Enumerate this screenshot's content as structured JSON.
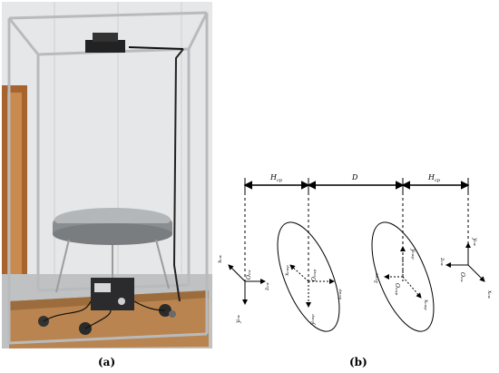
{
  "panels": {
    "a": {
      "caption": "(a)"
    },
    "b": {
      "caption": "(b)"
    }
  },
  "diagram": {
    "dimensions": [
      "H_cp",
      "D",
      "H_cp"
    ],
    "frames": {
      "left_camera": {
        "origin": "O_cw",
        "axes": [
          "x_cw",
          "y_cw",
          "z_cw"
        ]
      },
      "left_plane": {
        "origin": "O_cwp",
        "axes": [
          "x_cwp",
          "y_cwp",
          "z_cwp"
        ]
      },
      "right_plane": {
        "origin": "O_cwp",
        "axes": [
          "x_cwp",
          "y_cwp",
          "z_cwp"
        ]
      },
      "right_camera": {
        "origin": "O_cw",
        "axes": [
          "x_cw",
          "y_cw",
          "z_cw"
        ]
      }
    }
  }
}
